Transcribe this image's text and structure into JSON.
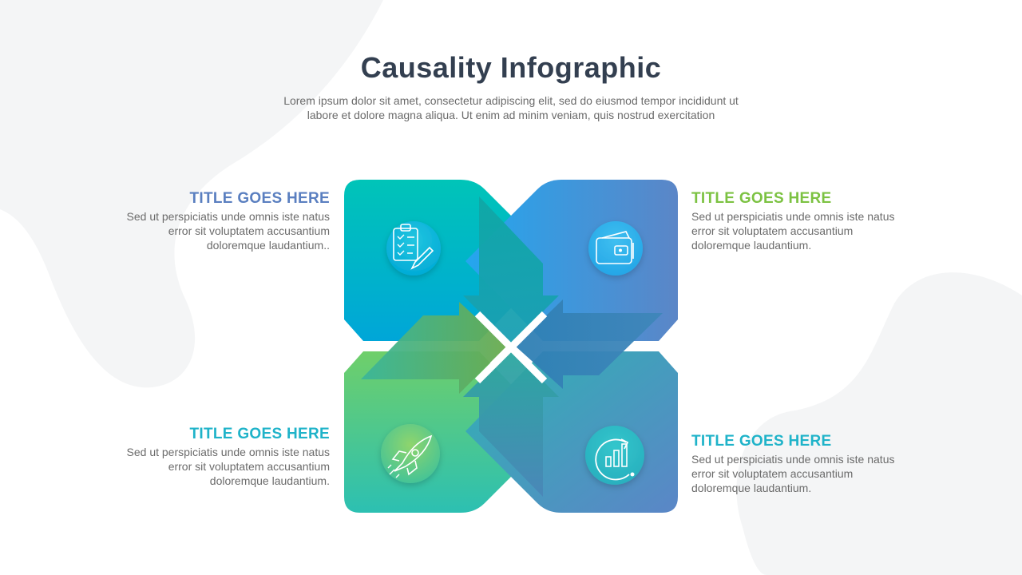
{
  "title": "Causality Infographic",
  "subtitle": "Lorem ipsum dolor sit amet, consectetur adipiscing elit, sed do eiusmod tempor incididunt ut labore et dolore magna aliqua. Ut enim ad minim veniam, quis nostrud exercitation",
  "blocks": {
    "top_left": {
      "heading": "TITLE GOES HERE",
      "text": "Sed ut perspiciatis unde omnis iste natus error sit voluptatem accusantium doloremque laudantium..",
      "color": "#5a7fc0",
      "icon": "clipboard-checklist-icon"
    },
    "top_right": {
      "heading": "TITLE GOES HERE",
      "text": "Sed ut perspiciatis unde omnis iste natus error sit voluptatem accusantium doloremque laudantium.",
      "color": "#7cc242",
      "icon": "wallet-icon"
    },
    "bottom_left": {
      "heading": "TITLE GOES HERE",
      "text": "Sed ut perspiciatis unde omnis iste natus error sit voluptatem accusantium doloremque laudantium.",
      "color": "#1fb3c9",
      "icon": "rocket-icon"
    },
    "bottom_right": {
      "heading": "TITLE GOES HERE",
      "text": "Sed ut perspiciatis unde omnis iste natus error sit voluptatem accusantium doloremque laudantium.",
      "color": "#1fb3c9",
      "icon": "growth-chart-icon"
    }
  }
}
